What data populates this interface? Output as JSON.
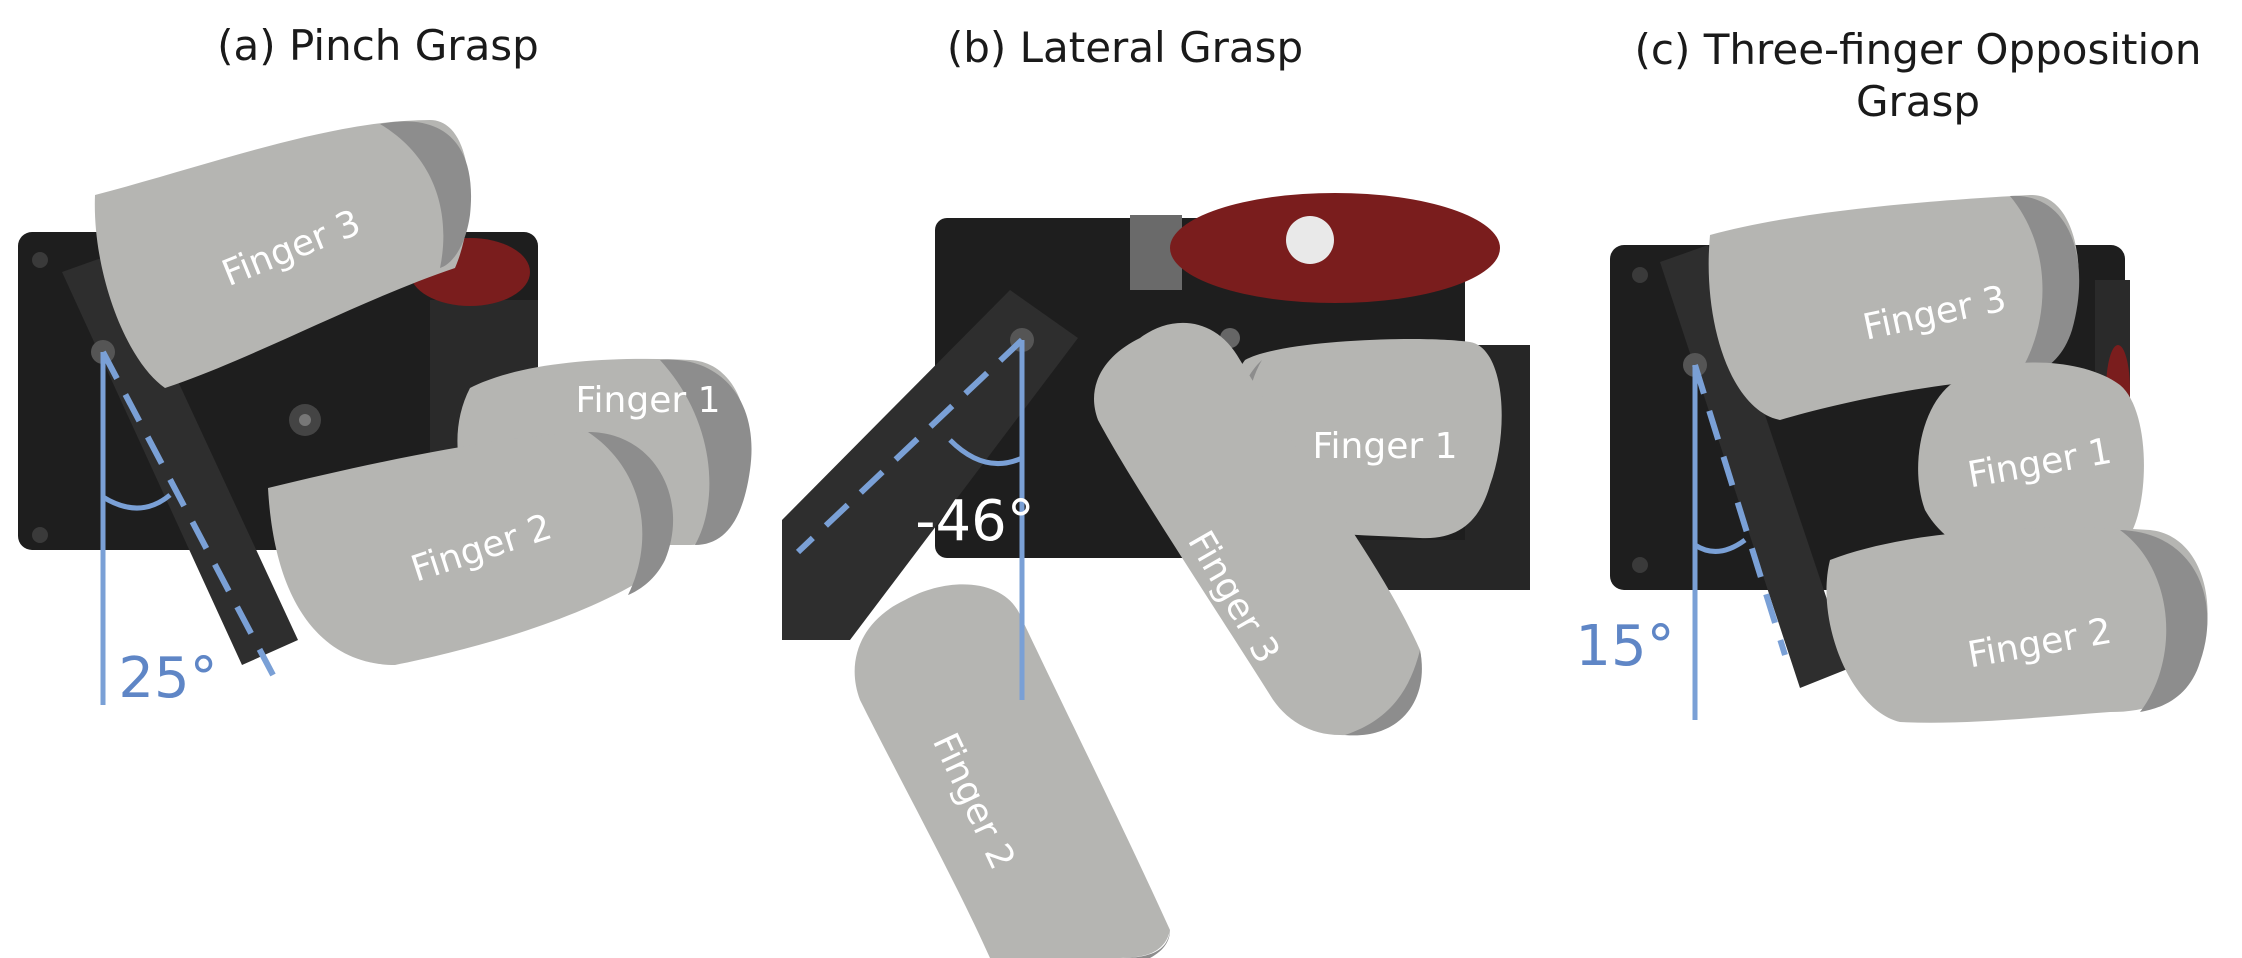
{
  "colors": {
    "background": "#ffffff",
    "housing_dark": "#1e1e1e",
    "housing_mid": "#2c2c2c",
    "finger_gray": "#b5b5b2",
    "finger_tip": "#8d8d8d",
    "accent_red": "#7a1d1d",
    "angle_blue": "#7aa0d6",
    "angle_text_blue": "#5f86c6",
    "angle_text_light": "#ffffff"
  },
  "panels": [
    {
      "title": "(a) Pinch Grasp",
      "fingers": [
        "Finger 3",
        "Finger 1",
        "Finger 2"
      ],
      "angle": "25°"
    },
    {
      "title": "(b) Lateral Grasp",
      "fingers": [
        "Finger 1",
        "Finger 3",
        "Finger 2"
      ],
      "angle": "-46°"
    },
    {
      "title_lines": [
        "(c) Three-finger Opposition",
        "Grasp"
      ],
      "fingers": [
        "Finger 3",
        "Finger 1",
        "Finger 2"
      ],
      "angle": "15°"
    }
  ]
}
